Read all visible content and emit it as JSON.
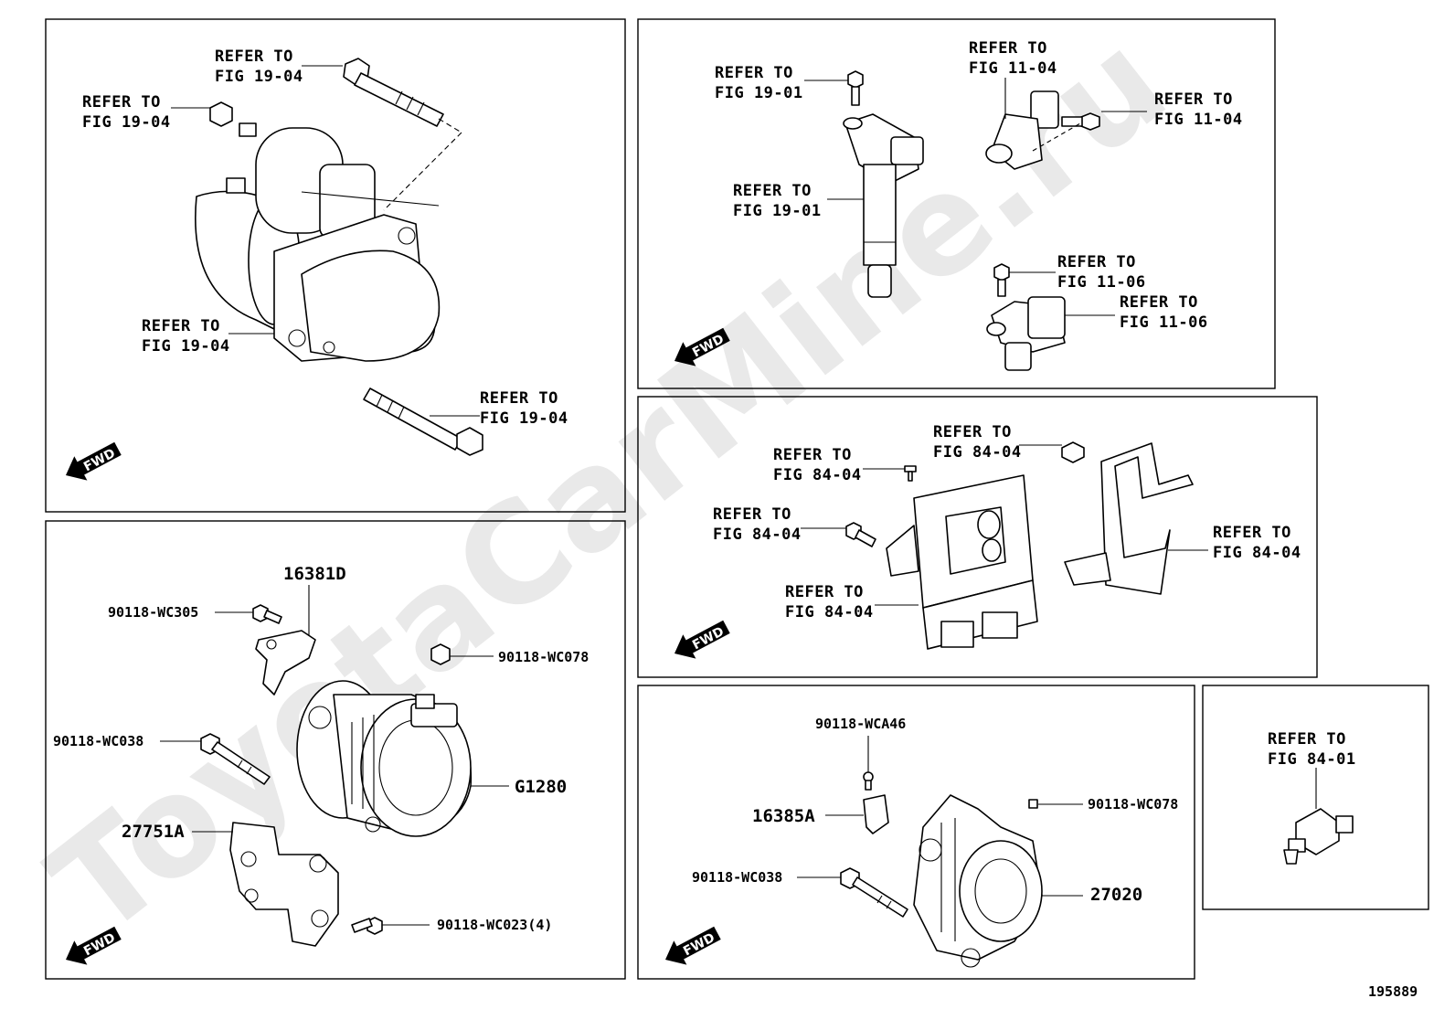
{
  "watermark": "ToyotaCarMine.ru",
  "figure_number": "195889",
  "refer_to_line": "REFER TO",
  "fwd": "FWD",
  "panels": {
    "starter": {
      "refs": [
        "FIG 19-04",
        "FIG 19-04",
        "FIG 19-04",
        "FIG 19-04"
      ]
    },
    "ignition": {
      "refs": [
        "FIG 19-01",
        "FIG 19-01",
        "FIG 11-04",
        "FIG 11-04",
        "FIG 11-06",
        "FIG 11-06"
      ]
    },
    "ecu": {
      "refs": [
        "FIG 84-04",
        "FIG 84-04",
        "FIG 84-04",
        "FIG 84-04",
        "FIG 84-04"
      ]
    },
    "alternator_a": {
      "parts": [
        "16381D",
        "90118-WC305",
        "90118-WC078",
        "90118-WC038",
        "G1280",
        "27751A",
        "90118-WC023(4)"
      ]
    },
    "alternator_b": {
      "parts": [
        "90118-WCA46",
        "16385A",
        "90118-WC078",
        "90118-WC038",
        "27020"
      ]
    },
    "switch": {
      "refs": [
        "FIG 84-01"
      ]
    }
  }
}
